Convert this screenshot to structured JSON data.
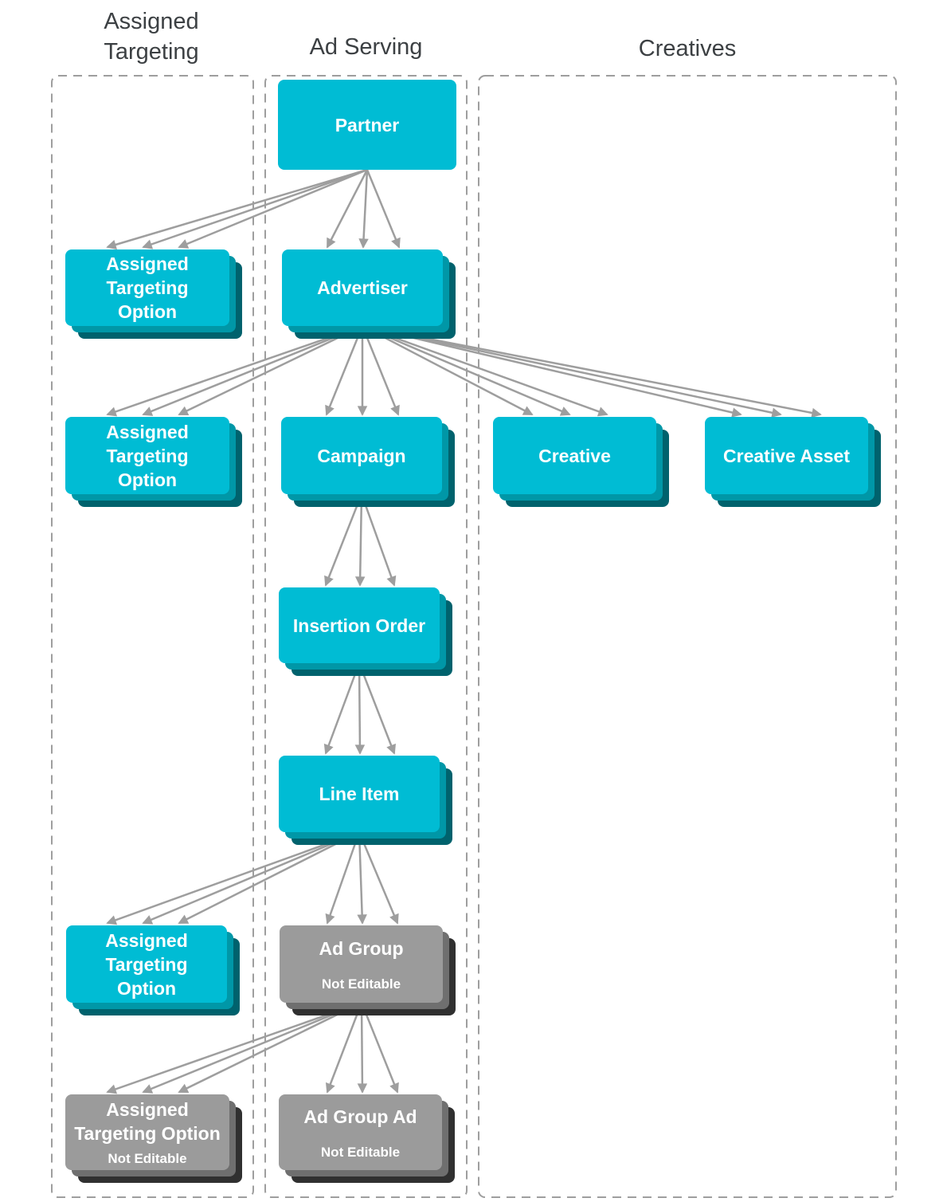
{
  "columns": [
    {
      "label": "Assigned Targeting"
    },
    {
      "label": "Ad Serving"
    },
    {
      "label": "Creatives"
    }
  ],
  "nodes": {
    "partner": {
      "label": "Partner"
    },
    "ato_partner_level": {
      "label": "Assigned\nTargeting\nOption"
    },
    "advertiser": {
      "label": "Advertiser"
    },
    "ato_advertiser_level": {
      "label": "Assigned\nTargeting\nOption"
    },
    "campaign": {
      "label": "Campaign"
    },
    "creative": {
      "label": "Creative"
    },
    "creative_asset": {
      "label": "Creative Asset"
    },
    "insertion_order": {
      "label": "Insertion Order"
    },
    "line_item": {
      "label": "Line Item"
    },
    "ato_line_item_level": {
      "label": "Assigned\nTargeting\nOption"
    },
    "ad_group": {
      "label": "Ad Group",
      "subtitle": "Not Editable"
    },
    "ato_ad_group_level": {
      "label": "Assigned\nTargeting Option",
      "subtitle": "Not Editable"
    },
    "ad_group_ad": {
      "label": "Ad Group Ad",
      "subtitle": "Not Editable"
    }
  },
  "colors": {
    "editable_fill": "#00BCD4",
    "editable_shadow_mid": "#0097A7",
    "editable_shadow_dark": "#00626D",
    "readonly_fill": "#9B9B9B",
    "readonly_shadow_mid": "#6F6F6F",
    "readonly_shadow_dark": "#303030",
    "arrow": "#9E9E9E",
    "border_dash": "#9E9E9E",
    "header_text": "#3C4043"
  }
}
